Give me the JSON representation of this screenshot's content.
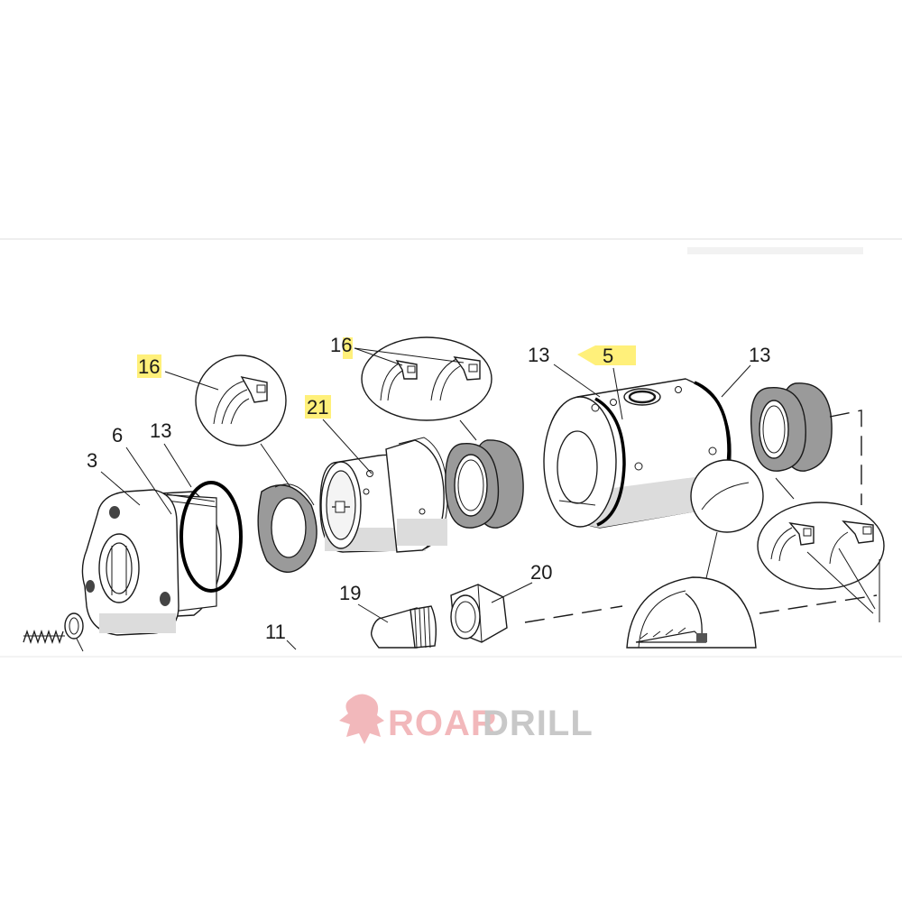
{
  "diagram": {
    "callouts": {
      "p16_left": "16",
      "p6": "6",
      "p13_left": "13",
      "p3": "3",
      "p21": "21",
      "p16_center": "16",
      "p13_mid": "13",
      "p5": "5",
      "p13_right": "13",
      "p19": "19",
      "p20": "20",
      "p11": "11"
    },
    "highlighted": [
      "16",
      "21",
      "16",
      "5"
    ]
  },
  "watermark": {
    "brand_part1": "ROAR",
    "brand_part2": "DRILL"
  },
  "colors": {
    "highlight": "#fff07a",
    "ring_fill": "#9a9a9a",
    "brand_red": "#f2b8bb",
    "brand_gray": "#c8c8c8"
  }
}
